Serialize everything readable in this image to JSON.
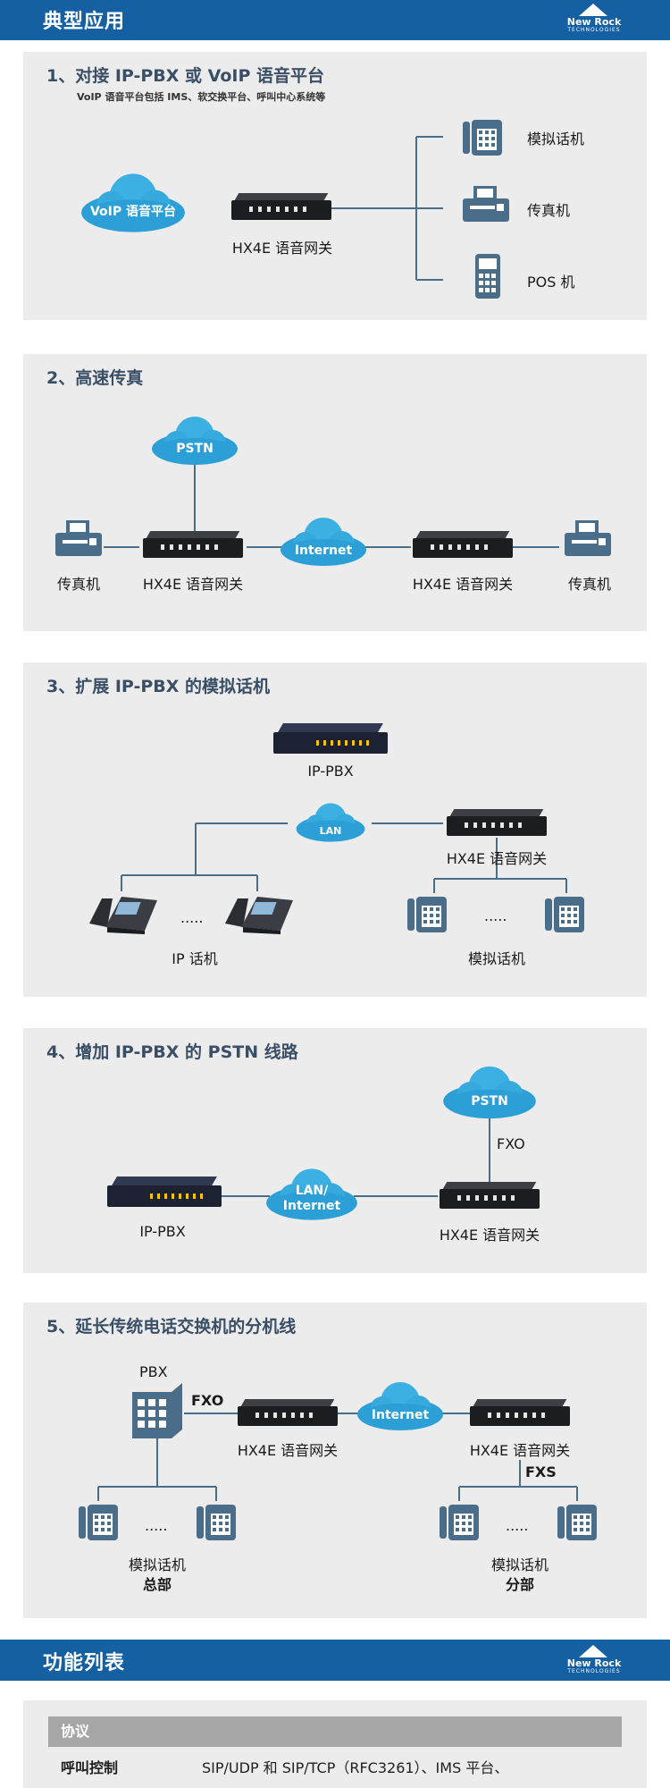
{
  "header1": {
    "title": "典型应用"
  },
  "logo": {
    "name": "New Rock",
    "tagline": "TECHNOLOGIES"
  },
  "s1": {
    "title": "1、对接 IP-PBX 或 VoIP 语音平台",
    "subtitle": "VoIP 语音平台包括 IMS、软交换平台、呼叫中心系统等",
    "cloud": "VoIP 语音平台",
    "gateway": "HX4E 语音网关",
    "analog_phone": "模拟话机",
    "fax": "传真机",
    "pos": "POS 机"
  },
  "s2": {
    "title": "2、高速传真",
    "cloud_pstn": "PSTN",
    "cloud_internet": "Internet",
    "fax_left": "传真机",
    "gw_left": "HX4E 语音网关",
    "gw_right": "HX4E 语音网关",
    "fax_right": "传真机"
  },
  "s3": {
    "title": "3、扩展 IP-PBX 的模拟话机",
    "ippbx": "IP-PBX",
    "lan": "LAN",
    "gateway": "HX4E 语音网关",
    "ip_phone": "IP 话机",
    "analog_phone": "模拟话机",
    "dots": "....."
  },
  "s4": {
    "title": "4、增加 IP-PBX 的 PSTN 线路",
    "pstn": "PSTN",
    "fxo": "FXO",
    "lan_internet_1": "LAN/",
    "lan_internet_2": "Internet",
    "ippbx": "IP-PBX",
    "gateway": "HX4E 语音网关"
  },
  "s5": {
    "title": "5、延长传统电话交换机的分机线",
    "pbx": "PBX",
    "fxo": "FXO",
    "internet": "Internet",
    "gw_left": "HX4E 语音网关",
    "gw_right": "HX4E 语音网关",
    "fxs": "FXS",
    "analog_phone": "模拟话机",
    "hq": "总部",
    "branch": "分部",
    "dots": "....."
  },
  "header2": {
    "title": "功能列表"
  },
  "table": {
    "section": "协议",
    "rows": [
      {
        "key": "呼叫控制",
        "value": "SIP/UDP 和 SIP/TCP（RFC3261）、IMS 平台、"
      }
    ]
  },
  "colors": {
    "header": "#1560a3",
    "cloud": "#2fa2d8",
    "panel": "#ececec",
    "phone": "#4a6d8a",
    "title": "#3a4f66"
  }
}
